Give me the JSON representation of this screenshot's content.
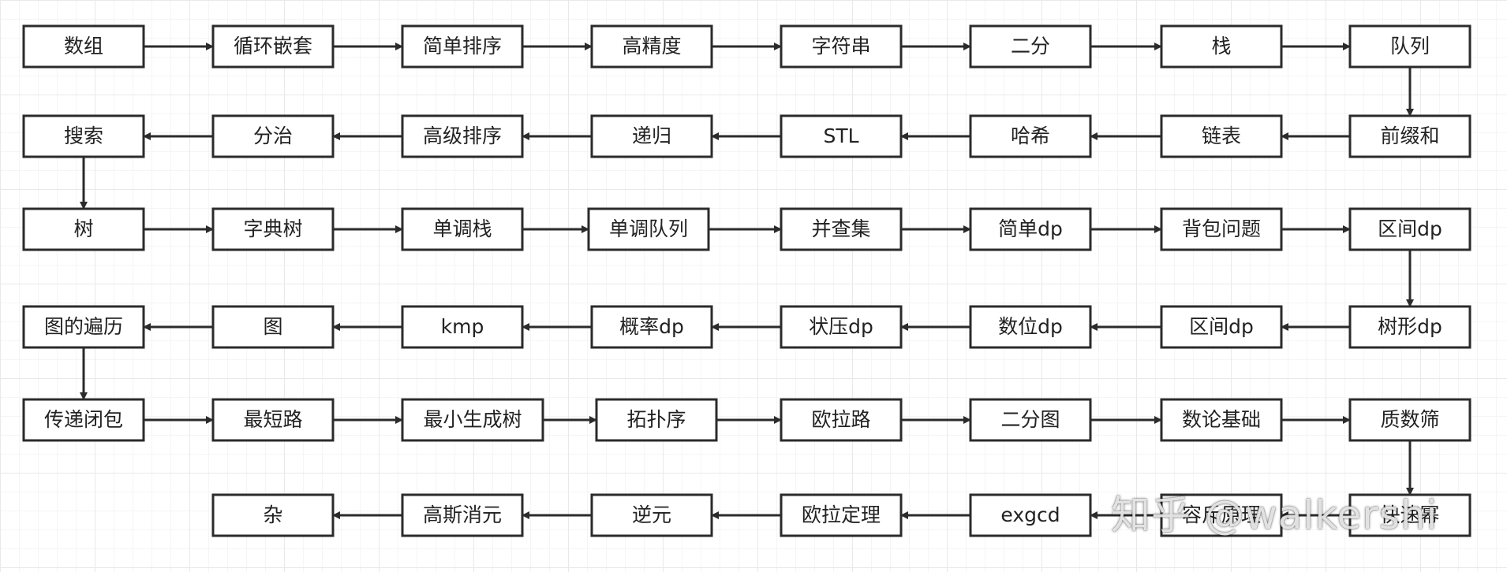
{
  "diagram": {
    "nodes": [
      {
        "id": "n1",
        "label": "数组"
      },
      {
        "id": "n2",
        "label": "循环嵌套"
      },
      {
        "id": "n3",
        "label": "简单排序"
      },
      {
        "id": "n4",
        "label": "高精度"
      },
      {
        "id": "n5",
        "label": "字符串"
      },
      {
        "id": "n6",
        "label": "二分"
      },
      {
        "id": "n7",
        "label": "栈"
      },
      {
        "id": "n8",
        "label": "队列"
      },
      {
        "id": "n9",
        "label": "前缀和"
      },
      {
        "id": "n10",
        "label": "链表"
      },
      {
        "id": "n11",
        "label": "哈希"
      },
      {
        "id": "n12",
        "label": "STL"
      },
      {
        "id": "n13",
        "label": "递归"
      },
      {
        "id": "n14",
        "label": "高级排序"
      },
      {
        "id": "n15",
        "label": "分治"
      },
      {
        "id": "n16",
        "label": "搜索"
      },
      {
        "id": "n17",
        "label": "树"
      },
      {
        "id": "n18",
        "label": "字典树"
      },
      {
        "id": "n19",
        "label": "单调栈"
      },
      {
        "id": "n20",
        "label": "单调队列"
      },
      {
        "id": "n21",
        "label": "并查集"
      },
      {
        "id": "n22",
        "label": "简单dp"
      },
      {
        "id": "n23",
        "label": "背包问题"
      },
      {
        "id": "n24",
        "label": "区间dp"
      },
      {
        "id": "n25",
        "label": "树形dp"
      },
      {
        "id": "n26",
        "label": "区间dp"
      },
      {
        "id": "n27",
        "label": "数位dp"
      },
      {
        "id": "n28",
        "label": "状压dp"
      },
      {
        "id": "n29",
        "label": "概率dp"
      },
      {
        "id": "n30",
        "label": "kmp"
      },
      {
        "id": "n31",
        "label": "图"
      },
      {
        "id": "n32",
        "label": "图的遍历"
      },
      {
        "id": "n33",
        "label": "传递闭包"
      },
      {
        "id": "n34",
        "label": "最短路"
      },
      {
        "id": "n35",
        "label": "最小生成树"
      },
      {
        "id": "n36",
        "label": "拓扑序"
      },
      {
        "id": "n37",
        "label": "欧拉路"
      },
      {
        "id": "n38",
        "label": "二分图"
      },
      {
        "id": "n39",
        "label": "数论基础"
      },
      {
        "id": "n40",
        "label": "质数筛"
      },
      {
        "id": "n41",
        "label": "快速幂"
      },
      {
        "id": "n42",
        "label": "容斥原理"
      },
      {
        "id": "n43",
        "label": "exgcd"
      },
      {
        "id": "n44",
        "label": "欧拉定理"
      },
      {
        "id": "n45",
        "label": "逆元"
      },
      {
        "id": "n46",
        "label": "高斯消元"
      },
      {
        "id": "n47",
        "label": "杂"
      }
    ],
    "edges": [
      [
        "n1",
        "n2"
      ],
      [
        "n2",
        "n3"
      ],
      [
        "n3",
        "n4"
      ],
      [
        "n4",
        "n5"
      ],
      [
        "n5",
        "n6"
      ],
      [
        "n6",
        "n7"
      ],
      [
        "n7",
        "n8"
      ],
      [
        "n8",
        "n9"
      ],
      [
        "n9",
        "n10"
      ],
      [
        "n10",
        "n11"
      ],
      [
        "n11",
        "n12"
      ],
      [
        "n12",
        "n13"
      ],
      [
        "n13",
        "n14"
      ],
      [
        "n14",
        "n15"
      ],
      [
        "n15",
        "n16"
      ],
      [
        "n16",
        "n17"
      ],
      [
        "n17",
        "n18"
      ],
      [
        "n18",
        "n19"
      ],
      [
        "n19",
        "n20"
      ],
      [
        "n20",
        "n21"
      ],
      [
        "n21",
        "n22"
      ],
      [
        "n22",
        "n23"
      ],
      [
        "n23",
        "n24"
      ],
      [
        "n24",
        "n25"
      ],
      [
        "n25",
        "n26"
      ],
      [
        "n26",
        "n27"
      ],
      [
        "n27",
        "n28"
      ],
      [
        "n28",
        "n29"
      ],
      [
        "n29",
        "n30"
      ],
      [
        "n30",
        "n31"
      ],
      [
        "n31",
        "n32"
      ],
      [
        "n32",
        "n33"
      ],
      [
        "n33",
        "n34"
      ],
      [
        "n34",
        "n35"
      ],
      [
        "n35",
        "n36"
      ],
      [
        "n36",
        "n37"
      ],
      [
        "n37",
        "n38"
      ],
      [
        "n38",
        "n39"
      ],
      [
        "n39",
        "n40"
      ],
      [
        "n40",
        "n41"
      ],
      [
        "n41",
        "n42"
      ],
      [
        "n42",
        "n43"
      ],
      [
        "n43",
        "n44"
      ],
      [
        "n44",
        "n45"
      ],
      [
        "n45",
        "n46"
      ],
      [
        "n46",
        "n47"
      ]
    ]
  },
  "watermark": "知乎 @walkershi"
}
